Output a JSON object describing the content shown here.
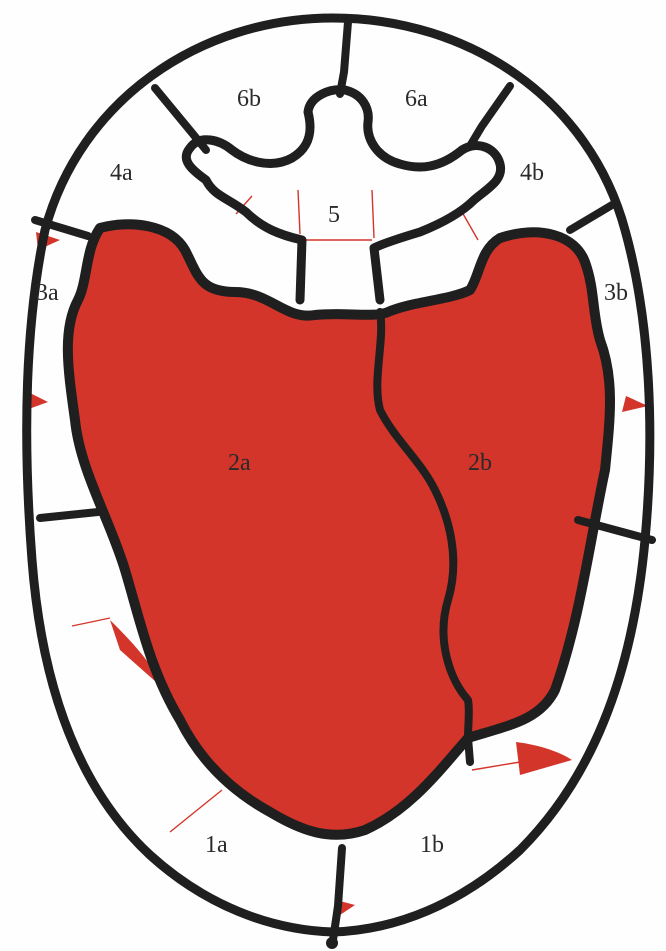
{
  "colors": {
    "fill_red": "#d3352b",
    "outline": "#1f1f1f",
    "background": "#fefefe",
    "label_text": "#2a2a2a"
  },
  "labels": {
    "r6b": "6b",
    "r6a": "6a",
    "r4a": "4a",
    "r4b": "4b",
    "r5": "5",
    "r3a": "3a",
    "r3b": "3b",
    "r2a": "2a",
    "r2b": "2b",
    "r1a": "1a",
    "r1b": "1b"
  }
}
